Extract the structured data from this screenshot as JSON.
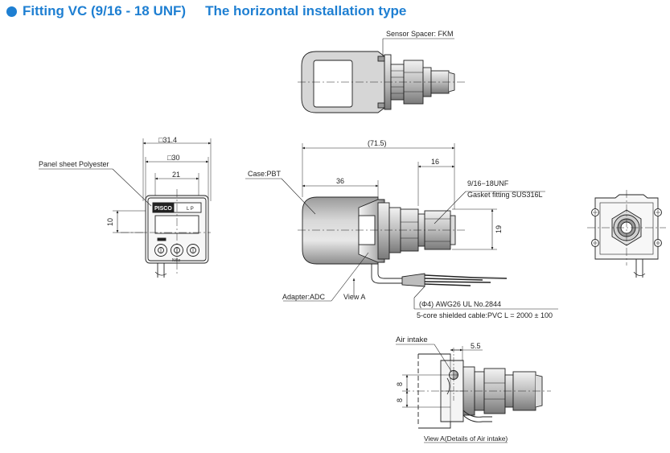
{
  "header": {
    "title": "Fitting VC (9/16 - 18 UNF)",
    "subtitle": "The horizontal installation type",
    "color": "#1e7fd2"
  },
  "labels": {
    "sensor_spacer": "Sensor Spacer: FKM",
    "panel_sheet": "Panel sheet Polyester",
    "case": "Case:PBT",
    "adapter": "Adapter:ADC",
    "view_a": "View A",
    "thread": "9/16−18UNF",
    "gasket": "Gasket fitting  SUS316L",
    "cable_spec": "(Φ4)   AWG26   UL No.2844",
    "cable_desc": "5-core shielded cable:PVC  L = 2000 ± 100",
    "air_intake": "Air intake",
    "view_a_detail": "View A(Details of Air intake)",
    "brand": "PISCO",
    "panel_code": "L P",
    "small_brand": "Nitto"
  },
  "dimensions": {
    "sq_31_4": "31.4",
    "sq_30": "30",
    "w_21": "21",
    "h_10": "10",
    "len_71_5": "(71.5)",
    "len_36": "36",
    "len_16": "16",
    "dia_19": "19",
    "gap_5_5": "5.5",
    "h_8a": "8",
    "h_8b": "8"
  }
}
